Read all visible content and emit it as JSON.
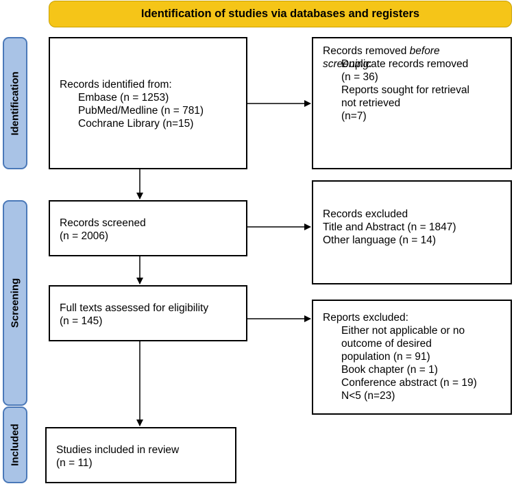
{
  "header": {
    "title": "Identification of studies via databases and registers"
  },
  "phases": {
    "identification": "Identification",
    "screening": "Screening",
    "included": "Included"
  },
  "records_identified": {
    "heading": "Records identified from:",
    "sources": [
      "Embase (n = 1253)",
      "PubMed/Medline (n = 781)",
      "Cochrane Library (n=15)"
    ]
  },
  "records_removed": {
    "heading_prefix": "Records removed ",
    "heading_italic": "before screening",
    "heading_suffix": ":",
    "items": [
      "Duplicate records removed",
      "(n = 36)",
      "Reports sought for retrieval",
      "not retrieved",
      "(n=7)"
    ]
  },
  "records_screened": {
    "label": "Records screened",
    "count": "(n = 2006)"
  },
  "records_excluded": {
    "heading": "Records excluded",
    "items": [
      "Title and Abstract (n = 1847)",
      "Other language (n = 14)"
    ]
  },
  "full_texts": {
    "label": "Full texts assessed for eligibility",
    "count": "(n = 145)"
  },
  "reports_excluded": {
    "heading": "Reports excluded:",
    "items": [
      "Either not applicable or no",
      "outcome of desired",
      "population (n = 91)",
      "Book chapter (n = 1)",
      "Conference abstract (n = 19)",
      "N<5 (n=23)"
    ]
  },
  "studies_included": {
    "label": "Studies included in review",
    "count": "(n = 11)"
  }
}
